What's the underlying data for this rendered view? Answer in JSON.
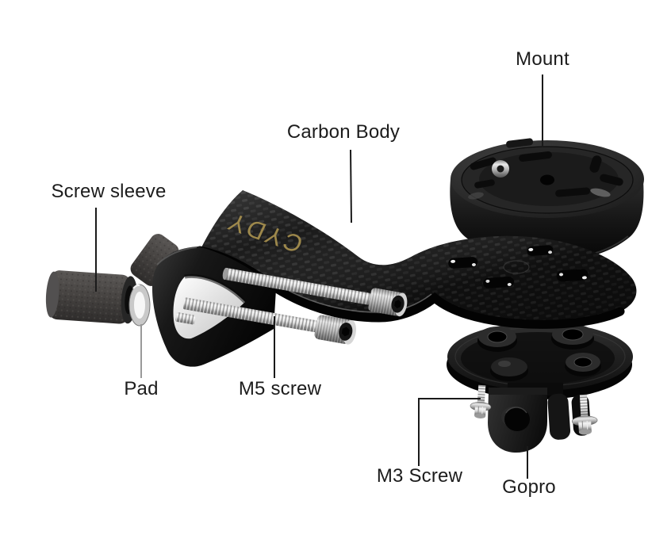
{
  "diagram": {
    "background": "#ffffff",
    "logo_text": "CYDY",
    "labels": {
      "mount": "Mount",
      "carbon_body": "Carbon Body",
      "screw_sleeve": "Screw sleeve",
      "pad": "Pad",
      "m5_screw": "M5 screw",
      "m3_screw": "M3 Screw",
      "gopro": "Gopro"
    },
    "colors": {
      "label_text": "#1c1c1c",
      "leader_line": "#1a1a1a",
      "pad_leader_line": "#999999",
      "part_black": "#121212",
      "foam_gray": "#4a4846",
      "chrome_light": "#f2f2f2",
      "chrome_dark": "#6a6a6a",
      "logo_gold": "#a8914f",
      "pad_light": "#c9c9c9"
    }
  }
}
